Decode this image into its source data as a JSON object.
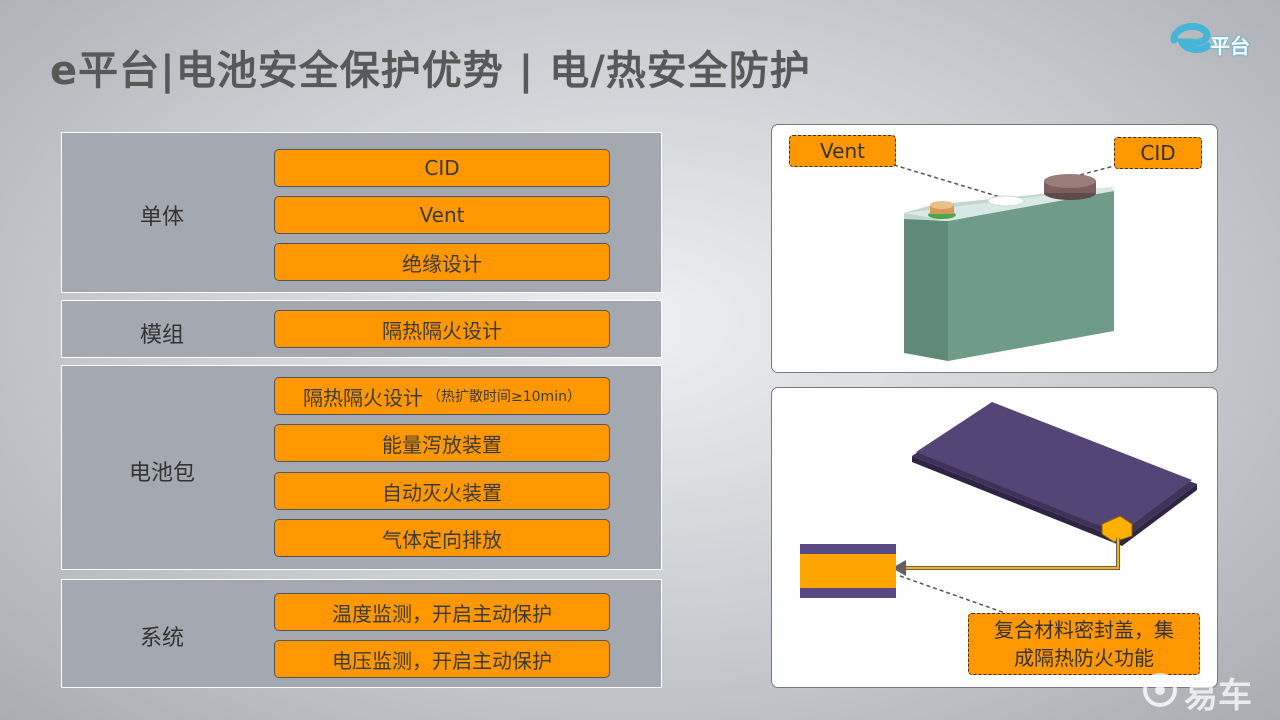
{
  "title": "e平台|电池安全保护优势 | 电/热安全防护",
  "logo": {
    "text": "平台",
    "icon": "e-logo-icon",
    "color": "#47b6d6"
  },
  "sections": [
    {
      "label": "单体",
      "items": [
        "CID",
        "Vent",
        "绝缘设计"
      ]
    },
    {
      "label": "模组",
      "items": [
        "隔热隔火设计"
      ]
    },
    {
      "label": "电池包",
      "items": [
        "隔热隔火设计",
        "能量泻放装置",
        "自动灭火装置",
        "气体定向排放"
      ],
      "item0_note": "（热扩散时间≥10min）"
    },
    {
      "label": "系统",
      "items": [
        "温度监测，开启主动保护",
        "电压监测，开启主动保护"
      ]
    }
  ],
  "cell_panel": {
    "vent_label": "Vent",
    "cid_label": "CID"
  },
  "pack_panel": {
    "callout_line1": "复合材料密封盖，集",
    "callout_line2": "成隔热防火功能"
  },
  "watermark": {
    "text": "易车",
    "icon": "yiche-logo-icon"
  },
  "colors": {
    "accent": "#ff9800",
    "section_bg": "#a4a8b0",
    "pack_purple": "#4e3f6e",
    "cell_green": "#6e9a88"
  }
}
